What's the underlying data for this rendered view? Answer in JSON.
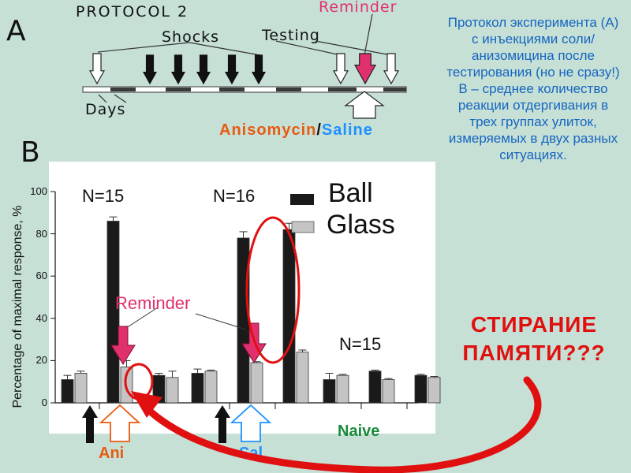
{
  "panel_a": {
    "letter": "A",
    "protocol": "PROTOCOL 2",
    "reminder": "Reminder",
    "shocks": "Shocks",
    "testing": "Testing",
    "days": "Days",
    "drug_ani": "Anisomycin",
    "drug_sep": "/",
    "drug_sal": "Saline"
  },
  "panel_b": {
    "letter": "B"
  },
  "side": {
    "description": "Протокол эксперимента (А) с инъекциями соли/ анизомицина после тестирования (но не сразу!)\nВ – среднее количество реакции отдергивания в трех группах улиток, измеряемых  в двух разных ситуациях.",
    "erase": "СТИРАНИЕ ПАМЯТИ???"
  },
  "colors": {
    "background": "#c6e0d6",
    "ball_bar": "#1a1a1a",
    "glass_bar": "#c4c4c4",
    "reminder_pink": "#e0306e",
    "highlight_red": "#e01010",
    "anisomycin_orange": "#e85a10",
    "saline_blue": "#1e90ff",
    "naive_green": "#1a8a3a",
    "side_text_blue": "#1565c0"
  },
  "chart_data": {
    "type": "bar",
    "ylabel": "Percentage of maximal response, %",
    "ylim": [
      0,
      100
    ],
    "yticks": [
      "0",
      "20",
      "40",
      "60",
      "80",
      "100"
    ],
    "legend": {
      "position": "top-right",
      "entries": [
        "Ball",
        "Glass"
      ]
    },
    "reminder_label": "Reminder",
    "groups": [
      {
        "name": "Ani",
        "n_label": "N=15",
        "pairs": [
          {
            "ball": 11,
            "glass": 14,
            "ball_err": 2,
            "glass_err": 1
          },
          {
            "ball": 86,
            "glass": 17,
            "ball_err": 2,
            "glass_err": 3
          },
          {
            "ball": 13,
            "glass": 12,
            "ball_err": 1,
            "glass_err": 3
          }
        ]
      },
      {
        "name": "Sal",
        "n_label": "N=16",
        "pairs": [
          {
            "ball": 14,
            "glass": 15,
            "ball_err": 2,
            "glass_err": 0.5
          },
          {
            "ball": 78,
            "glass": 19,
            "ball_err": 3,
            "glass_err": 0.5
          },
          {
            "ball": 82,
            "glass": 24,
            "ball_err": 3,
            "glass_err": 1
          }
        ]
      },
      {
        "name": "Naive",
        "n_label": "N=15",
        "pairs": [
          {
            "ball": 11,
            "glass": 13,
            "ball_err": 3,
            "glass_err": 0.5
          },
          {
            "ball": 15,
            "glass": 11,
            "ball_err": 0.5,
            "glass_err": 0.5
          },
          {
            "ball": 13,
            "glass": 12,
            "ball_err": 0.5,
            "glass_err": 0.5
          }
        ]
      }
    ]
  }
}
